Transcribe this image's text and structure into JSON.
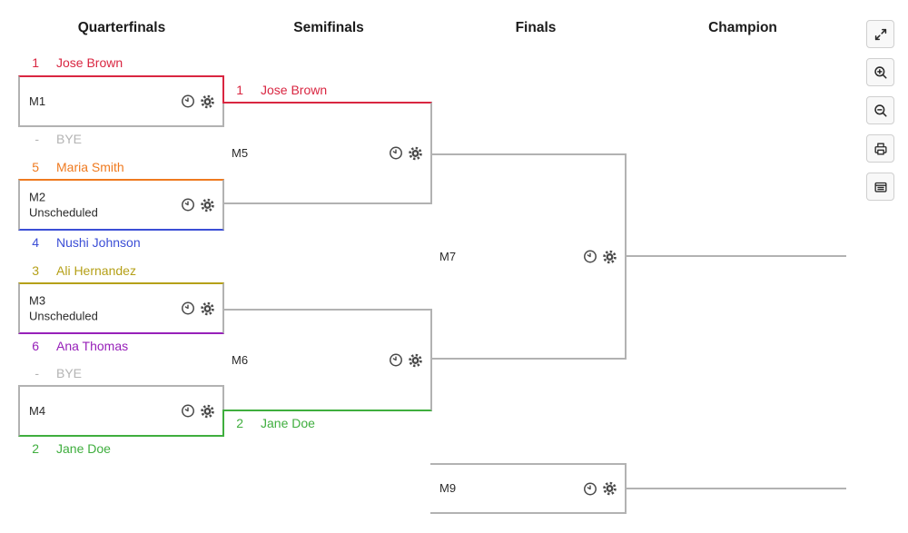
{
  "headers": [
    {
      "label": "Quarterfinals"
    },
    {
      "label": "Semifinals"
    },
    {
      "label": "Finals"
    },
    {
      "label": "Champion"
    }
  ],
  "colors": {
    "line_gray": "#b2b2b2",
    "bye_gray": "#b4b4b4",
    "red": "#d92641",
    "orange": "#ef7a1f",
    "blue": "#3b4ed6",
    "olive": "#b5a018",
    "purple": "#9720b9",
    "green": "#3fae3e",
    "label_dark": "#2a2a2a",
    "icon_gray": "#4a4a4a"
  },
  "matches": [
    {
      "id": "M1",
      "status": "",
      "top": {
        "seed": "1",
        "name": "Jose Brown"
      },
      "bottom": {
        "seed": "-",
        "name": "BYE"
      },
      "top_color": "#d92641",
      "bottom_color": "#b4b4b4"
    },
    {
      "id": "M2",
      "status": "Unscheduled",
      "top": {
        "seed": "5",
        "name": "Maria Smith"
      },
      "bottom": {
        "seed": "4",
        "name": "Nushi Johnson"
      },
      "top_color": "#ef7a1f",
      "bottom_color": "#3b4ed6"
    },
    {
      "id": "M3",
      "status": "Unscheduled",
      "top": {
        "seed": "3",
        "name": "Ali Hernandez"
      },
      "bottom": {
        "seed": "6",
        "name": "Ana Thomas"
      },
      "top_color": "#b5a018",
      "bottom_color": "#9720b9"
    },
    {
      "id": "M4",
      "status": "",
      "top": {
        "seed": "-",
        "name": "BYE"
      },
      "bottom": {
        "seed": "2",
        "name": "Jane Doe"
      },
      "top_color": "#b4b4b4",
      "bottom_color": "#3fae3e"
    },
    {
      "id": "M5",
      "status": "",
      "top": {
        "seed": "1",
        "name": "Jose Brown"
      },
      "top_color": "#d92641",
      "bottom_color": "#b2b2b2"
    },
    {
      "id": "M6",
      "status": "",
      "bottom": {
        "seed": "2",
        "name": "Jane Doe"
      },
      "top_color": "#b2b2b2",
      "bottom_color": "#3fae3e"
    },
    {
      "id": "M7",
      "status": "",
      "top_color": "#b2b2b2",
      "bottom_color": "#b2b2b2"
    },
    {
      "id": "M9",
      "status": "",
      "top_color": "#b2b2b2",
      "bottom_color": "#b2b2b2"
    }
  ],
  "toolbar": {
    "buttons": [
      {
        "name": "fullscreen"
      },
      {
        "name": "zoom-in"
      },
      {
        "name": "zoom-out"
      },
      {
        "name": "print"
      },
      {
        "name": "report"
      }
    ]
  }
}
